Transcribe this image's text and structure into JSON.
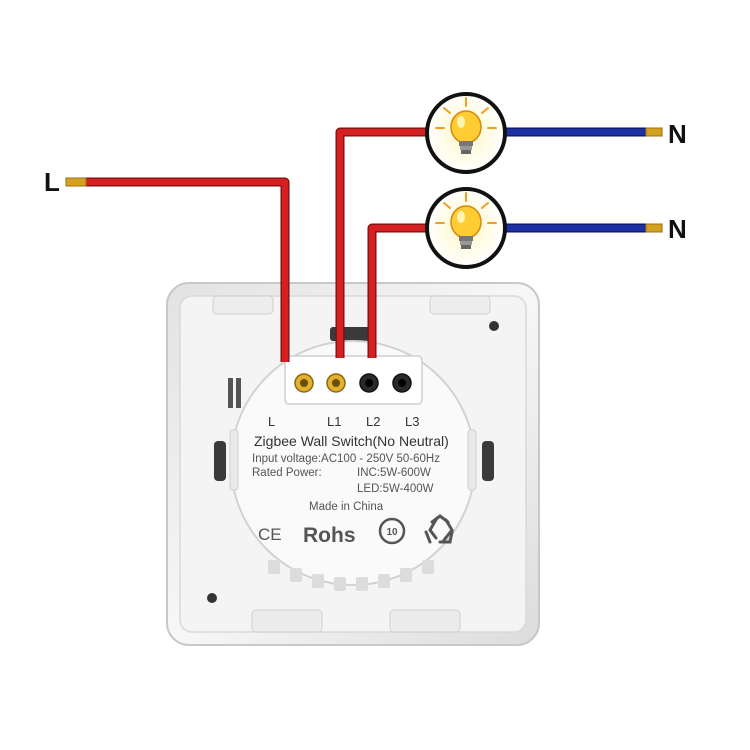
{
  "labels": {
    "line": "L",
    "neutral_1": "N",
    "neutral_2": "N"
  },
  "terminals": [
    "L",
    "L1",
    "L2",
    "L3"
  ],
  "module": {
    "title": "Zigbee Wall Switch(No Neutral)",
    "input_voltage": "Input voltage:AC100 - 250V 50-60Hz",
    "rated_power_label": "Rated Power:",
    "inc": "INC:5W-600W",
    "led": "LED:5W-400W",
    "origin": "Made in China",
    "ce_mark": "CE",
    "rohs_mark": "Rohs",
    "recycle_number": "10"
  },
  "colors": {
    "live_wire": "#d42020",
    "neutral_wire": "#1f2fa8",
    "copper_tip": "#d8a020",
    "panel": "#f1f1f1",
    "module": "#fafafa",
    "text": "#111111"
  }
}
